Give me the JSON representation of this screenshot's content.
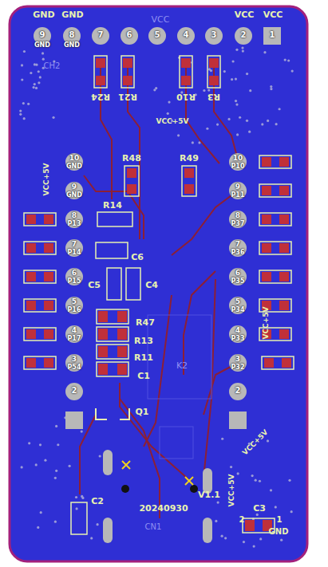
{
  "diagram": {
    "labels": [
      "GND",
      "GND",
      "VCC",
      "VCC",
      "VCC",
      "9",
      "8",
      "7",
      "6",
      "5",
      "4",
      "3",
      "2",
      "1",
      "GND",
      "GND",
      "CH2",
      "R24",
      "R21",
      "R10",
      "R3",
      "VCC+5V",
      "R48",
      "R49",
      "VCC+5V",
      "10",
      "GND",
      "9",
      "GND",
      "8",
      "P13",
      "7",
      "P14",
      "6",
      "P15",
      "5",
      "P16",
      "4",
      "P17",
      "3",
      "P54",
      "2",
      "10",
      "P10",
      "9",
      "P11",
      "8",
      "P37",
      "7",
      "P36",
      "6",
      "P35",
      "5",
      "P34",
      "4",
      "P33",
      "3",
      "P32",
      "2",
      "R14",
      "C6",
      "C5",
      "C4",
      "R47",
      "R13",
      "R11",
      "C1",
      "K2",
      "Q1",
      "VCC+5V",
      "VCC+5V",
      "VCC+5V",
      "V1.1",
      "20240930",
      "C2",
      "C3",
      "2",
      "1",
      "GND",
      "CN1"
    ]
  }
}
